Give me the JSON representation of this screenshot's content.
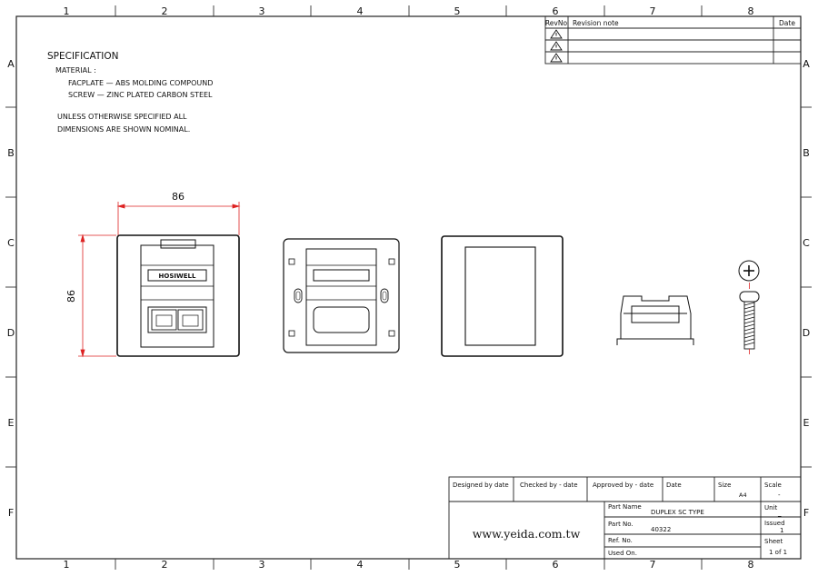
{
  "grid": {
    "columns": [
      "1",
      "2",
      "3",
      "4",
      "5",
      "6",
      "7",
      "8"
    ],
    "rows": [
      "A",
      "B",
      "C",
      "D",
      "E",
      "F"
    ]
  },
  "spec": {
    "heading": "SPECIFICATION",
    "material_label": "MATERIAL :",
    "material_lines": [
      "FACPLATE — ABS MOLDING COMPOUND",
      "SCREW — ZINC PLATED CARBON STEEL"
    ],
    "note_lines": [
      "UNLESS OTHERWISE SPECIFIED ALL",
      "DIMENSIONS ARE SHOWN NOMINAL."
    ]
  },
  "revision": {
    "headers": [
      "RevNo",
      "Revision note",
      "Date"
    ],
    "row_count": 3
  },
  "drawing": {
    "width_dim": "86",
    "height_dim": "86",
    "brand_label": "HOSIWELL"
  },
  "title_block": {
    "designed_by": "Designed by  date",
    "checked_by": "Checked by - date",
    "approved_by": "Approved by - date",
    "date_label": "Date",
    "size_label": "Size",
    "size_value": "A4",
    "scale_label": "Scale",
    "scale_value": "-",
    "part_name_label": "Part Name",
    "part_name_value": "DUPLEX SC TYPE",
    "unit_label": "Unit",
    "unit_value": "_",
    "part_no_label": "Part  No.",
    "part_no_value": "40322",
    "issued_label": "Issued",
    "issued_value": "1",
    "ref_no_label": "Ref. No.",
    "sheet_label": "Sheet",
    "sheet_value": "1  of  1",
    "used_on_label": "Used On.",
    "website": "www.yeida.com.tw"
  }
}
